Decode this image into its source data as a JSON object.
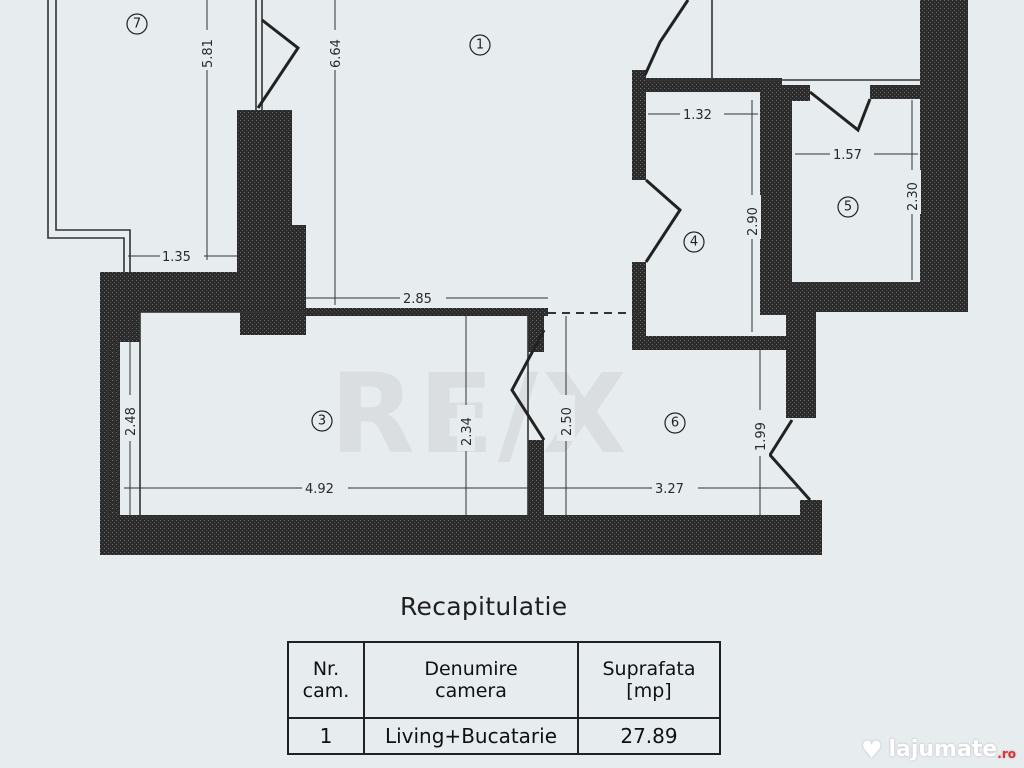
{
  "plan": {
    "dimensions": {
      "d_581": "5.81",
      "d_664": "6.64",
      "d_132": "1.32",
      "d_157": "1.57",
      "d_290": "2.90",
      "d_230": "2.30",
      "d_135": "1.35",
      "d_285": "2.85",
      "d_248": "2.48",
      "d_234": "2.34",
      "d_250": "2.50",
      "d_199": "1.99",
      "d_492": "4.92",
      "d_327": "3.27"
    },
    "rooms": {
      "r1": "1",
      "r3": "3",
      "r4": "4",
      "r5": "5",
      "r6": "6",
      "r7": "7"
    }
  },
  "recap": {
    "title": "Recapitulatie",
    "headers": {
      "nr_line1": "Nr.",
      "nr_line2": "cam.",
      "name_line1": "Denumire",
      "name_line2": "camera",
      "area_line1": "Suprafata",
      "area_line2": "[mp]"
    },
    "rows": [
      {
        "nr": "1",
        "name": "Living+Bucatarie",
        "area": "27.89"
      }
    ]
  },
  "logo": {
    "text": "lajumate",
    "suffix": ".ro"
  },
  "colors": {
    "wall": "#2b2b2b",
    "background": "#e7ecee",
    "line": "#333333"
  }
}
